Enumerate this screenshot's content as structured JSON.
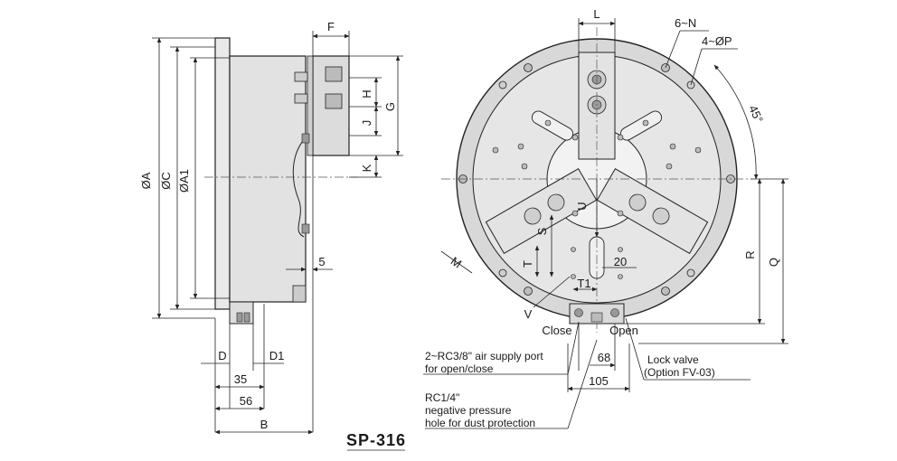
{
  "model": "SP-316",
  "side_view": {
    "labels": {
      "dia_a": "ØA",
      "dia_c": "ØC",
      "dia_a1": "ØA1",
      "f": "F",
      "g": "G",
      "h": "H",
      "j": "J",
      "k": "K",
      "d": "D",
      "d1": "D1",
      "b": "B",
      "dim_5": "5",
      "dim_35": "35",
      "dim_56": "56"
    }
  },
  "front_view": {
    "labels": {
      "l": "L",
      "n_holes": "6~N",
      "p_holes": "4~ØP",
      "angle": "45°",
      "u": "U",
      "s": "S",
      "t": "T",
      "t1": "T1",
      "m": "M",
      "r": "R",
      "q": "Q",
      "v": "V",
      "dim_20": "20",
      "dim_68": "68",
      "dim_105": "105",
      "close": "Close",
      "open": "Open"
    },
    "notes": {
      "air_supply_line1": "2~RC3/8\" air supply port",
      "air_supply_line2": "for open/close",
      "lock_valve_line1": "Lock valve",
      "lock_valve_line2": "(Option FV-03)",
      "rc_line1": "RC1/4\"",
      "rc_line2": "negative pressure",
      "rc_line3": "hole for dust protection"
    }
  }
}
